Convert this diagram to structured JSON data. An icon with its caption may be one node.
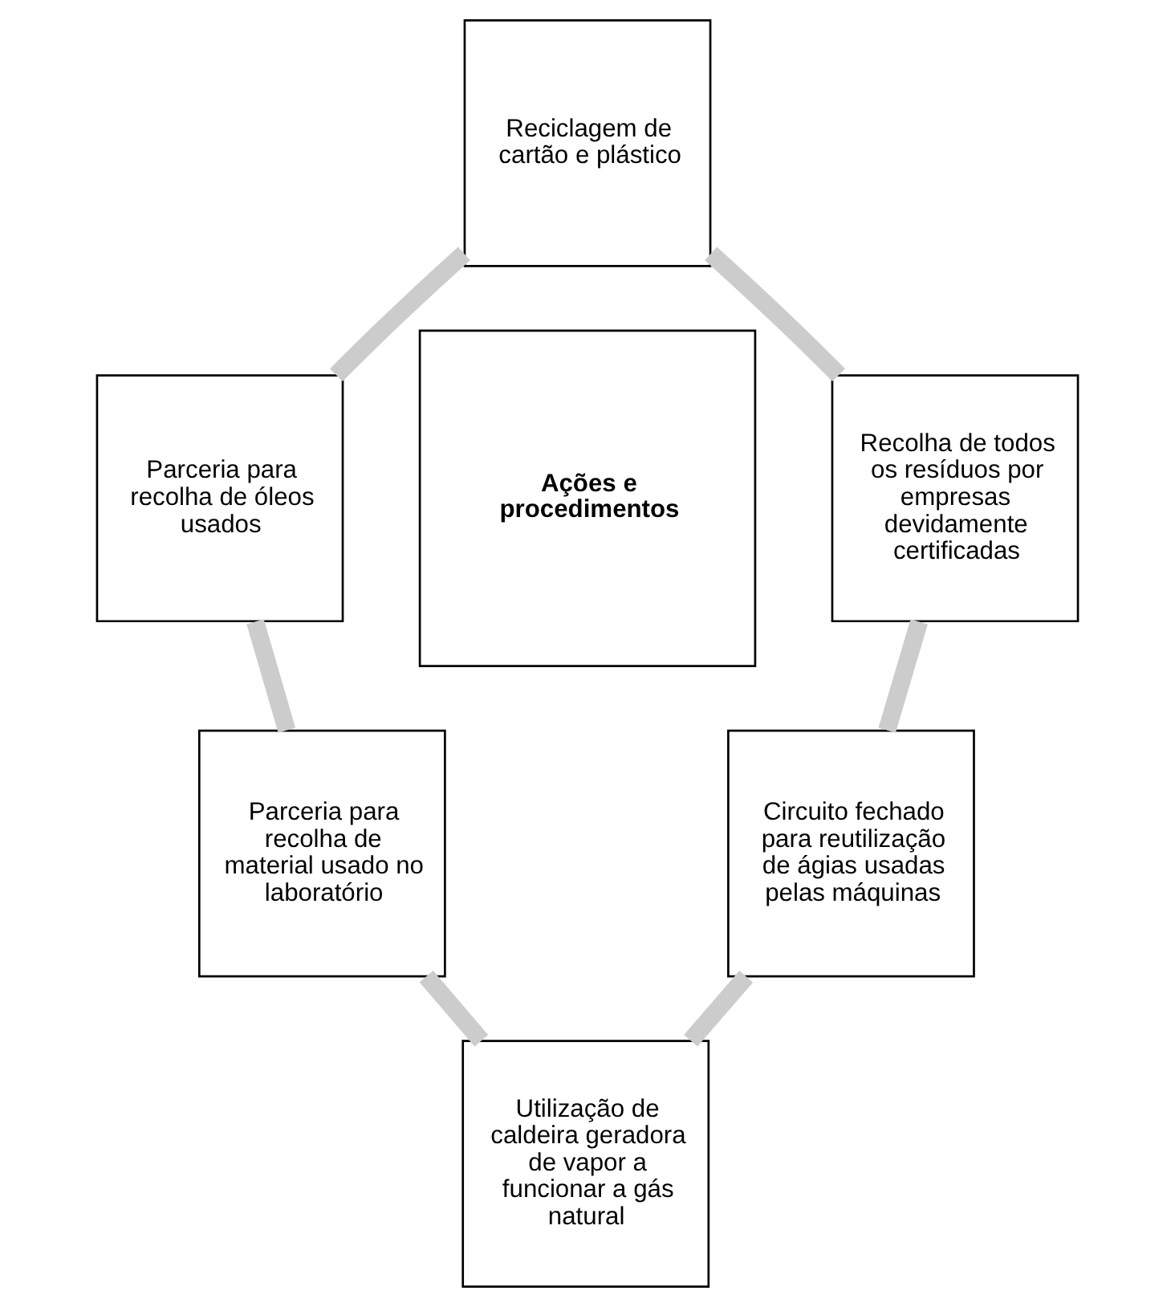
{
  "diagram": {
    "nodes": [
      {
        "text": [
          "Reciclagem de cartão e plástico"
        ]
      },
      {
        "text": [
          "Parceria para recolha de óleos usados"
        ]
      },
      {
        "text": [
          "Recolha de todos os resíduos por empresas devidamente certificadas"
        ]
      },
      {
        "text": [
          "Ações e procedimentos"
        ]
      },
      {
        "text": [
          "Parceria para recolha de material usado no laboratório"
        ]
      },
      {
        "text": [
          "Circuito fechado para reutilização de ágias usadas pelas máquinas"
        ]
      },
      {
        "text": [
          "Utilização de caldeira geradora de vapor a funcionar a gás natural"
        ]
      }
    ],
    "edges": [
      {
        "from": 0,
        "to": 2,
        "arrow": "none"
      },
      {
        "from": 2,
        "to": 5,
        "arrow": "none"
      },
      {
        "from": 5,
        "to": 6,
        "arrow": "none"
      },
      {
        "from": 0,
        "to": 1,
        "arrow": "none"
      },
      {
        "from": 1,
        "to": 4,
        "arrow": "none"
      },
      {
        "from": 4,
        "to": 6,
        "arrow": "none"
      }
    ]
  }
}
